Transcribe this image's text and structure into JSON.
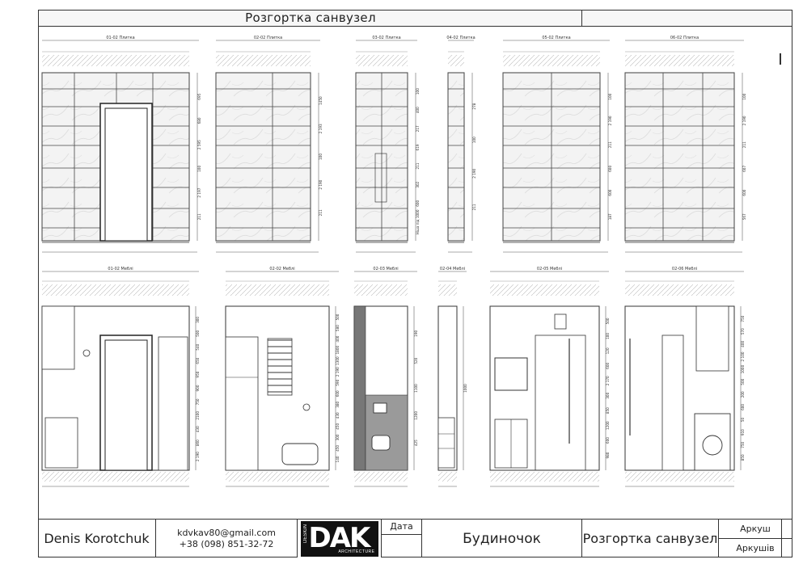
{
  "header": {
    "title": "Розгортка санвузел"
  },
  "views": {
    "tiles": [
      {
        "label": "01-02 Плитка",
        "dims": [
          "695",
          "680",
          "2 595",
          "100",
          "2 197",
          "211"
        ]
      },
      {
        "label": "02-02 Плитка",
        "dims": [
          "1450",
          "2 193",
          "100",
          "2 190",
          "211"
        ]
      },
      {
        "label": "03-02 Плитка",
        "dims": [
          "100",
          "400",
          "217",
          "619",
          "211",
          "302",
          "600",
          "Ніша під 1000"
        ]
      },
      {
        "label": "04-02 Плитка",
        "dims": [
          "278",
          "100",
          "2 190",
          "211"
        ]
      },
      {
        "label": "05-02 Плитка",
        "dims": [
          "100",
          "2 190",
          "211",
          "600",
          "600",
          "187"
        ]
      },
      {
        "label": "06-02 Плитка",
        "dims": [
          "100",
          "2 190",
          "211",
          "607",
          "600",
          "567"
        ]
      }
    ],
    "furniture": [
      {
        "label": "01-02 Меблі",
        "dims": [
          "300",
          "500",
          "540",
          "650",
          "950",
          "900",
          "750",
          "2100",
          "430",
          "860",
          "2 190"
        ]
      },
      {
        "label": "02-02 Меблі",
        "dims": [
          "500",
          "580",
          "400",
          "1800",
          "1300",
          "2 190",
          "590",
          "600",
          "380",
          "430",
          "450",
          "300",
          "450",
          "140"
        ]
      },
      {
        "label": "02-03 Меблі",
        "dims": [
          "190",
          "520",
          "1100",
          "1200",
          "425"
        ]
      },
      {
        "label": "02-04 Меблі",
        "dims": [
          "1000"
        ]
      },
      {
        "label": "02-05 Меблі",
        "dims": [
          "500",
          "100",
          "120",
          "600",
          "2 170",
          "300",
          "850",
          "1200",
          "600",
          "980"
        ]
      },
      {
        "label": "02-06 Меблі",
        "dims": [
          "750",
          "570",
          "400",
          "2 100",
          "1000",
          "500",
          "200",
          "600",
          "50",
          "910",
          "750",
          "850"
        ]
      }
    ]
  },
  "title_block": {
    "author": "Denis Korotchuk",
    "email": "kdvkav80@gmail.com",
    "phone": "+38 (098) 851-32-72",
    "logo_main": "DAK",
    "logo_design": "DESIGN",
    "logo_sub": "ARCHITECTURE",
    "date_label": "Дата",
    "project": "Будиночок",
    "sheet_name": "Розгортка санвузел",
    "sheet_label": "Аркуш",
    "sheets_label": "Аркушів"
  }
}
